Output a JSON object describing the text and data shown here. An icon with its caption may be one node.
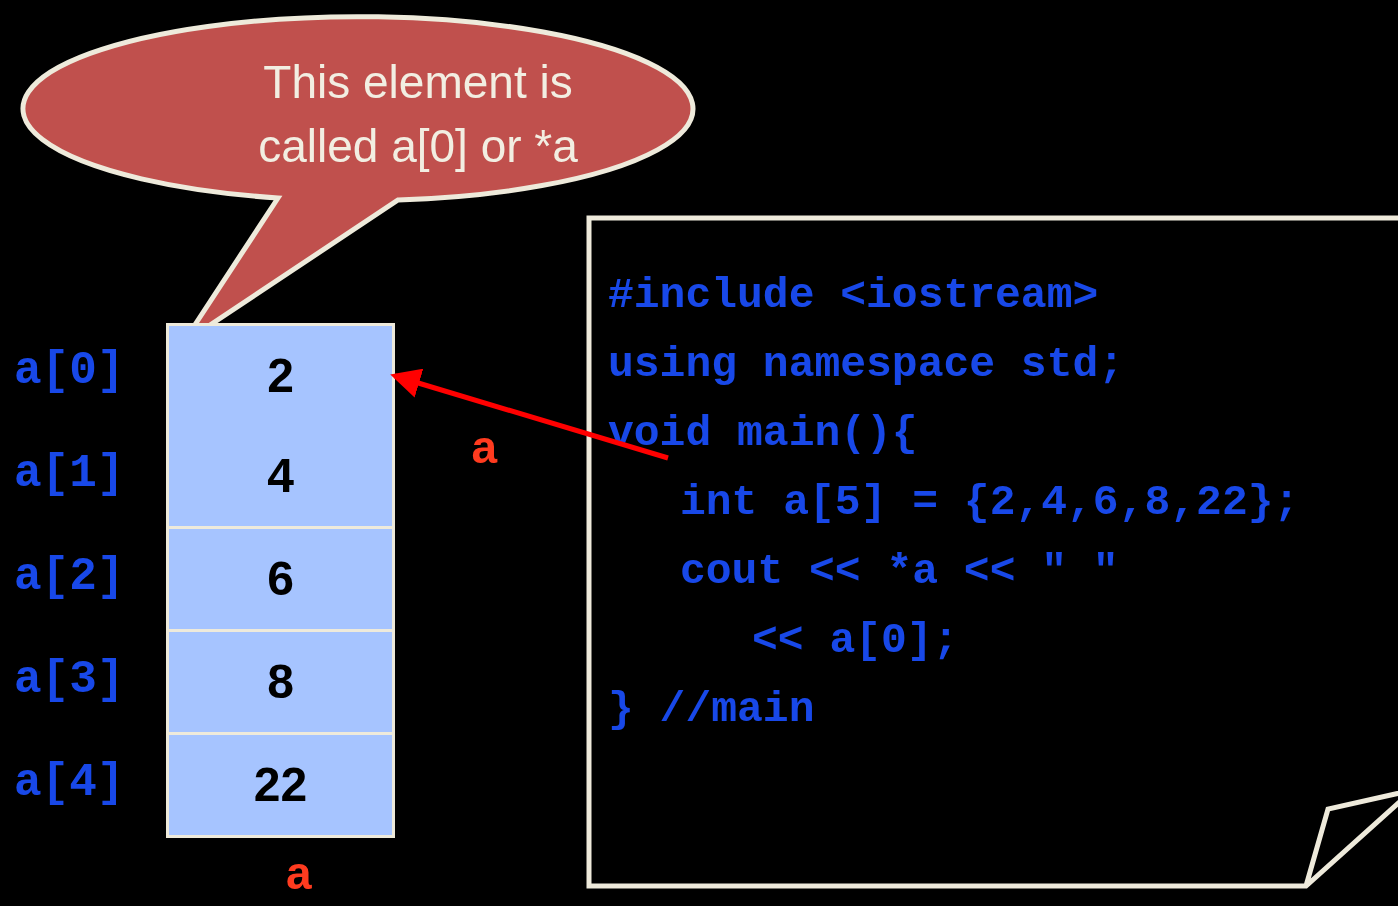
{
  "diagram": {
    "nodes": [
      {
        "text": [
          "This element is called a[0] or *a"
        ]
      },
      {
        "text": [
          "2"
        ]
      },
      {
        "text": [
          "4"
        ]
      },
      {
        "text": [
          "6"
        ]
      },
      {
        "text": [
          "8"
        ]
      },
      {
        "text": [
          "22"
        ]
      },
      {
        "text": [
          "#include <iostream>",
          "using namespace std;",
          "void main(){",
          "int a[5] = {2,4,6,8,22};",
          "cout << *a << \" \"",
          "<< a[0];",
          "} //main"
        ]
      }
    ],
    "edges": [
      {
        "from": 6,
        "to": 1,
        "arrow": "to",
        "label": "a"
      }
    ],
    "labels": [
      "a[0]",
      "a[1]",
      "a[2]",
      "a[3]",
      "a[4]",
      "a"
    ]
  }
}
